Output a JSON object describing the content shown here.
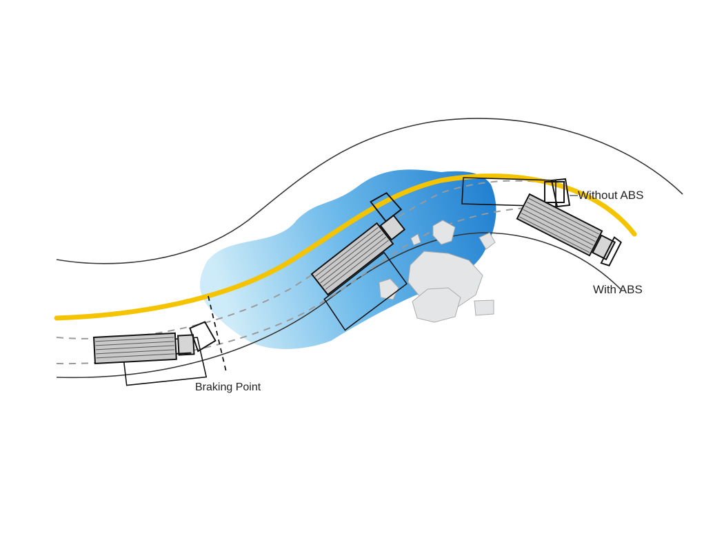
{
  "labels": {
    "without_abs": "Without ABS",
    "with_abs": "With ABS",
    "braking_point": "Braking Point"
  },
  "colors": {
    "yellow_line": "#F5C400",
    "water_light": "#BFE4F6",
    "water_dark": "#2F8FD8",
    "rocks": "#E4E5E6",
    "road_edge": "#333333",
    "trailer_fill": "#C9C9C9",
    "outline": "#111111"
  },
  "icons": [
    "truck-without-abs-icon",
    "truck-with-abs-icon",
    "rock-icon",
    "water-puddle-icon"
  ]
}
